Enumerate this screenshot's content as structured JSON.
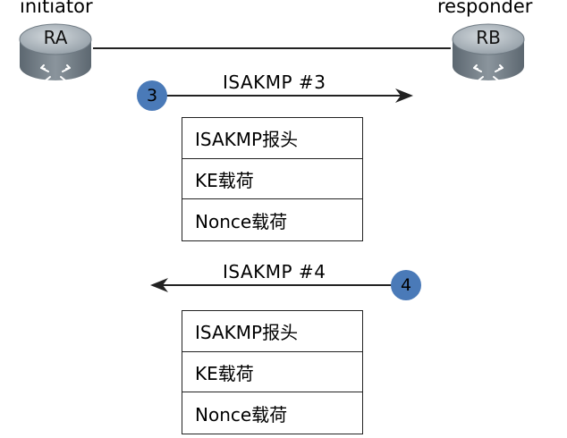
{
  "diagram": {
    "left_role": "initiator",
    "right_role": "responder",
    "left_router": "RA",
    "right_router": "RB",
    "messages": [
      {
        "step": "3",
        "label": "ISAKMP  #3",
        "direction": "RA→RB",
        "fields": [
          "ISAKMP报头",
          "KE载荷",
          "Nonce载荷"
        ]
      },
      {
        "step": "4",
        "label": "ISAKMP  #4",
        "direction": "RB→RA",
        "fields": [
          "ISAKMP报头",
          "KE载荷",
          "Nonce载荷"
        ]
      }
    ],
    "colors": {
      "badge": "#4a7ab8",
      "router_top": "#9aa5ae",
      "router_side": "#6c7780",
      "line": "#222222"
    },
    "icons": {
      "router": "router-icon"
    }
  }
}
